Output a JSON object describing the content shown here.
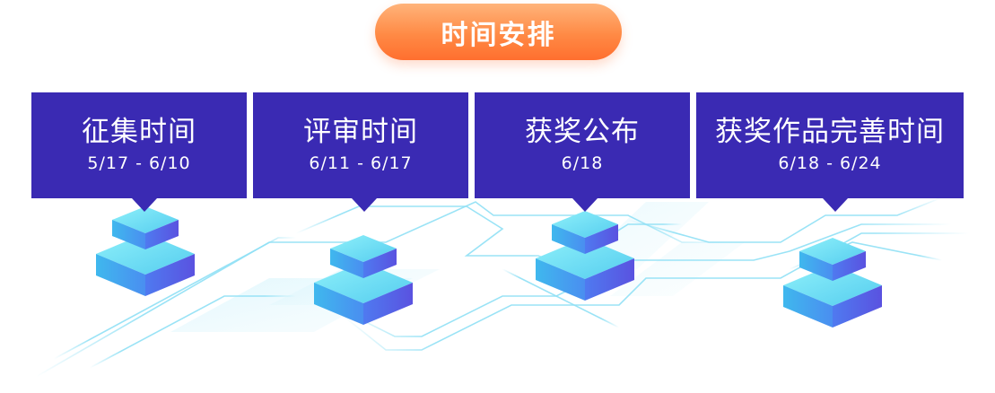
{
  "header": {
    "title": "时间安排"
  },
  "stages": [
    {
      "name": "征集时间",
      "date": "5/17 - 6/10"
    },
    {
      "name": "评审时间",
      "date": "6/11 - 6/17"
    },
    {
      "name": "获奖公布",
      "date": "6/18"
    },
    {
      "name": "获奖作品完善时间",
      "date": "6/18 - 6/24"
    }
  ],
  "colors": {
    "panel": "#3a2ab3",
    "title_gradient_top": "#ffb37a",
    "title_gradient_bottom": "#ff6f2f",
    "circuit_line": "#7fd8f2",
    "block_top": "#6fe3f5",
    "block_side": "#4a63e6"
  }
}
